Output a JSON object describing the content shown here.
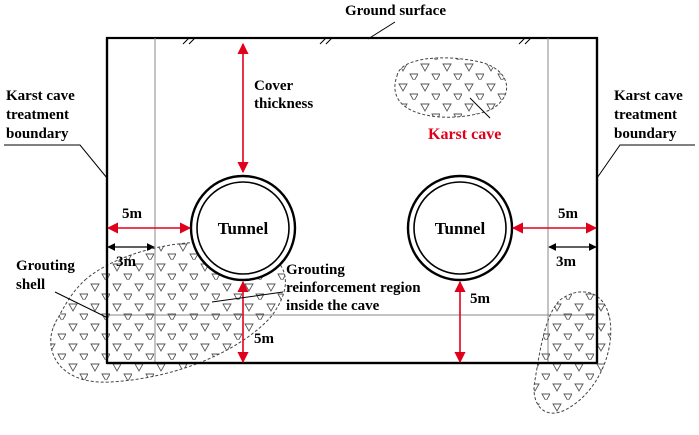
{
  "labels": {
    "ground_surface": "Ground surface",
    "cover_thickness": [
      "Cover",
      "thickness"
    ],
    "karst_cave": "Karst cave",
    "boundary_left": [
      "Karst cave",
      "treatment",
      "boundary"
    ],
    "boundary_right": [
      "Karst cave",
      "treatment",
      "boundary"
    ],
    "tunnel_left": "Tunnel",
    "tunnel_right": "Tunnel",
    "grouting_shell": [
      "Grouting",
      "shell"
    ],
    "grouting_region": [
      "Grouting",
      "reinforcement region",
      "inside the cave"
    ],
    "dim_5m_left": "5m",
    "dim_3m_left": "3m",
    "dim_5m_right": "5m",
    "dim_3m_right": "3m",
    "dim_5m_below_right": "5m",
    "dim_5m_below_left": "5m"
  },
  "colors": {
    "arrow": "#e0001b",
    "karst_label": "#e0001b",
    "outline": "#000000",
    "hatch": "#555555"
  }
}
